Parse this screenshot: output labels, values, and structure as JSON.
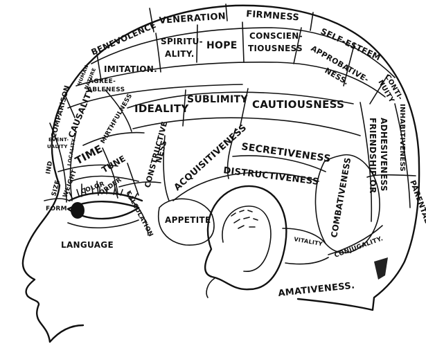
{
  "regions": {
    "veneration": "VENERATION",
    "firmness": "FIRMNESS",
    "benevolence": "BENEVOLENCE",
    "spirituality_1": "SPIRITU-",
    "spirituality_2": "ALITY.",
    "hope": "HOPE",
    "conscientiousness_1": "CONSCIEN-",
    "conscientiousness_2": "TIOUSNESS",
    "self_esteem": "SELF-ESTEEM",
    "approbativeness_1": "APPROBATIVE-",
    "approbativeness_2": "NESS.",
    "continuity_1": "CONTI-",
    "continuity_2": "NUITY",
    "human_nature_1": "HUMAN",
    "human_nature_2": "NATURE",
    "imitation": "IMITATION.",
    "agreeableness_1": "AGREE-",
    "agreeableness_2": "ABLENESS",
    "comparison": "COMPARISON",
    "causality": "CAUSALITY",
    "ideality": "IDEALITY",
    "sublimity": "SUBLIMITY",
    "cautiousness": "CAUTIOUSNESS",
    "inhabitiveness": "INHABITIVENESS",
    "mirthfulness": "MIRTHFULNESS",
    "eventuality_1": "EVENT-",
    "eventuality_2": "UALITY",
    "locality": "LOCALITY",
    "time": "TIME",
    "tune": "TUNE",
    "constructiveness_1": "CONSTRUCTIVE",
    "constructiveness_2": "NESS",
    "acquisitiveness": "ACQUISITIVENESS",
    "secretiveness": "SECRETIVENESS",
    "friendship_1": "FRIENDSHIP OR",
    "friendship_2": "ADHESIVENESS",
    "individuality": "IND",
    "size": "SIZE",
    "weight": "WEIGHT",
    "color": "COLOR",
    "order": "ORDER",
    "calculation": "CALCULATION",
    "distructiveness": "DISTRUCTIVENESS",
    "combativeness": "COMBATIVENESS",
    "parental_love": "PARENTAL LOVE.",
    "form": "FORM",
    "appetite": "APPETITE",
    "vitality": "VITALITY",
    "conjugality": "CONJUGALITY.",
    "language": "LANGUAGE",
    "amativeness": "AMATIVENESS."
  }
}
